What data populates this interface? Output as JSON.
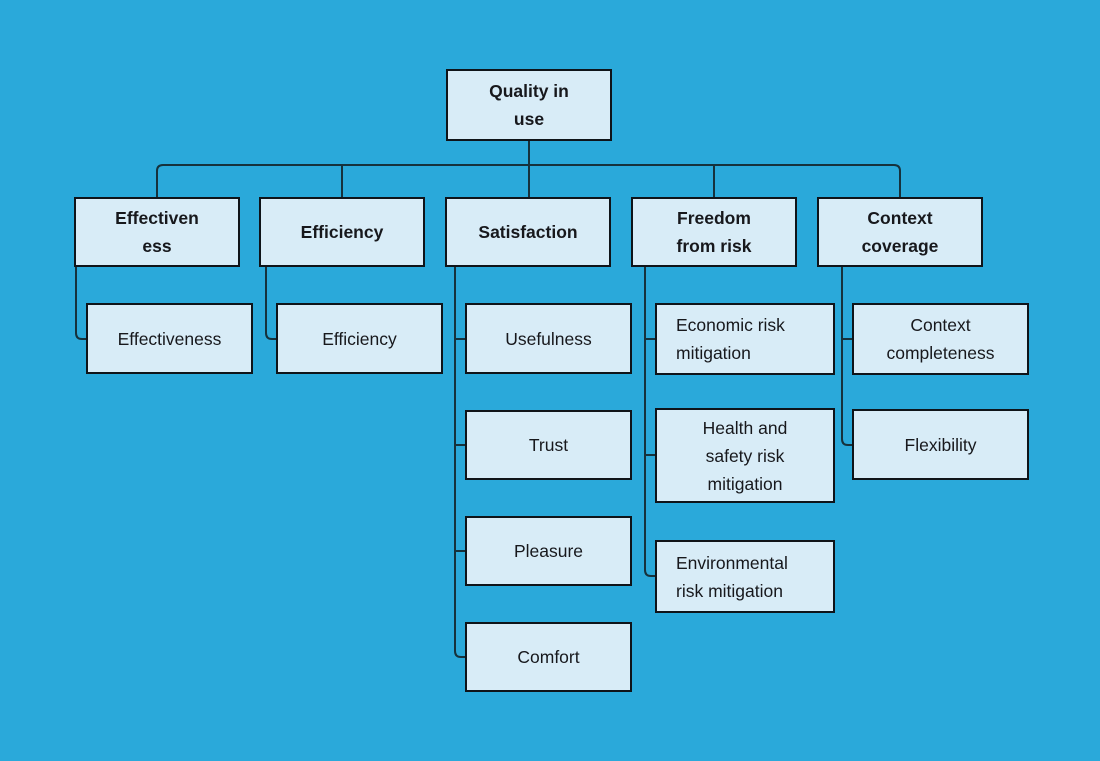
{
  "colors": {
    "canvas_bg": "#2AA9DA",
    "node_fill": "#D8ECF7",
    "node_border": "#0F1419",
    "connector": "#16323C",
    "text": "#17181C"
  },
  "tree": {
    "root": {
      "label": "Quality in\nuse"
    },
    "branches": [
      {
        "label": "Effectiven\ness",
        "children": [
          {
            "label": "Effectiveness"
          }
        ]
      },
      {
        "label": "Efficiency",
        "children": [
          {
            "label": "Efficiency"
          }
        ]
      },
      {
        "label": "Satisfaction",
        "children": [
          {
            "label": "Usefulness"
          },
          {
            "label": "Trust"
          },
          {
            "label": "Pleasure"
          },
          {
            "label": "Comfort"
          }
        ]
      },
      {
        "label": "Freedom\nfrom risk",
        "children": [
          {
            "label": "Economic risk\nmitigation"
          },
          {
            "label": "Health and\nsafety risk\nmitigation"
          },
          {
            "label": "Environmental\nrisk mitigation"
          }
        ]
      },
      {
        "label": "Context\ncoverage",
        "children": [
          {
            "label": "Context\ncompleteness"
          },
          {
            "label": "Flexibility"
          }
        ]
      }
    ]
  }
}
